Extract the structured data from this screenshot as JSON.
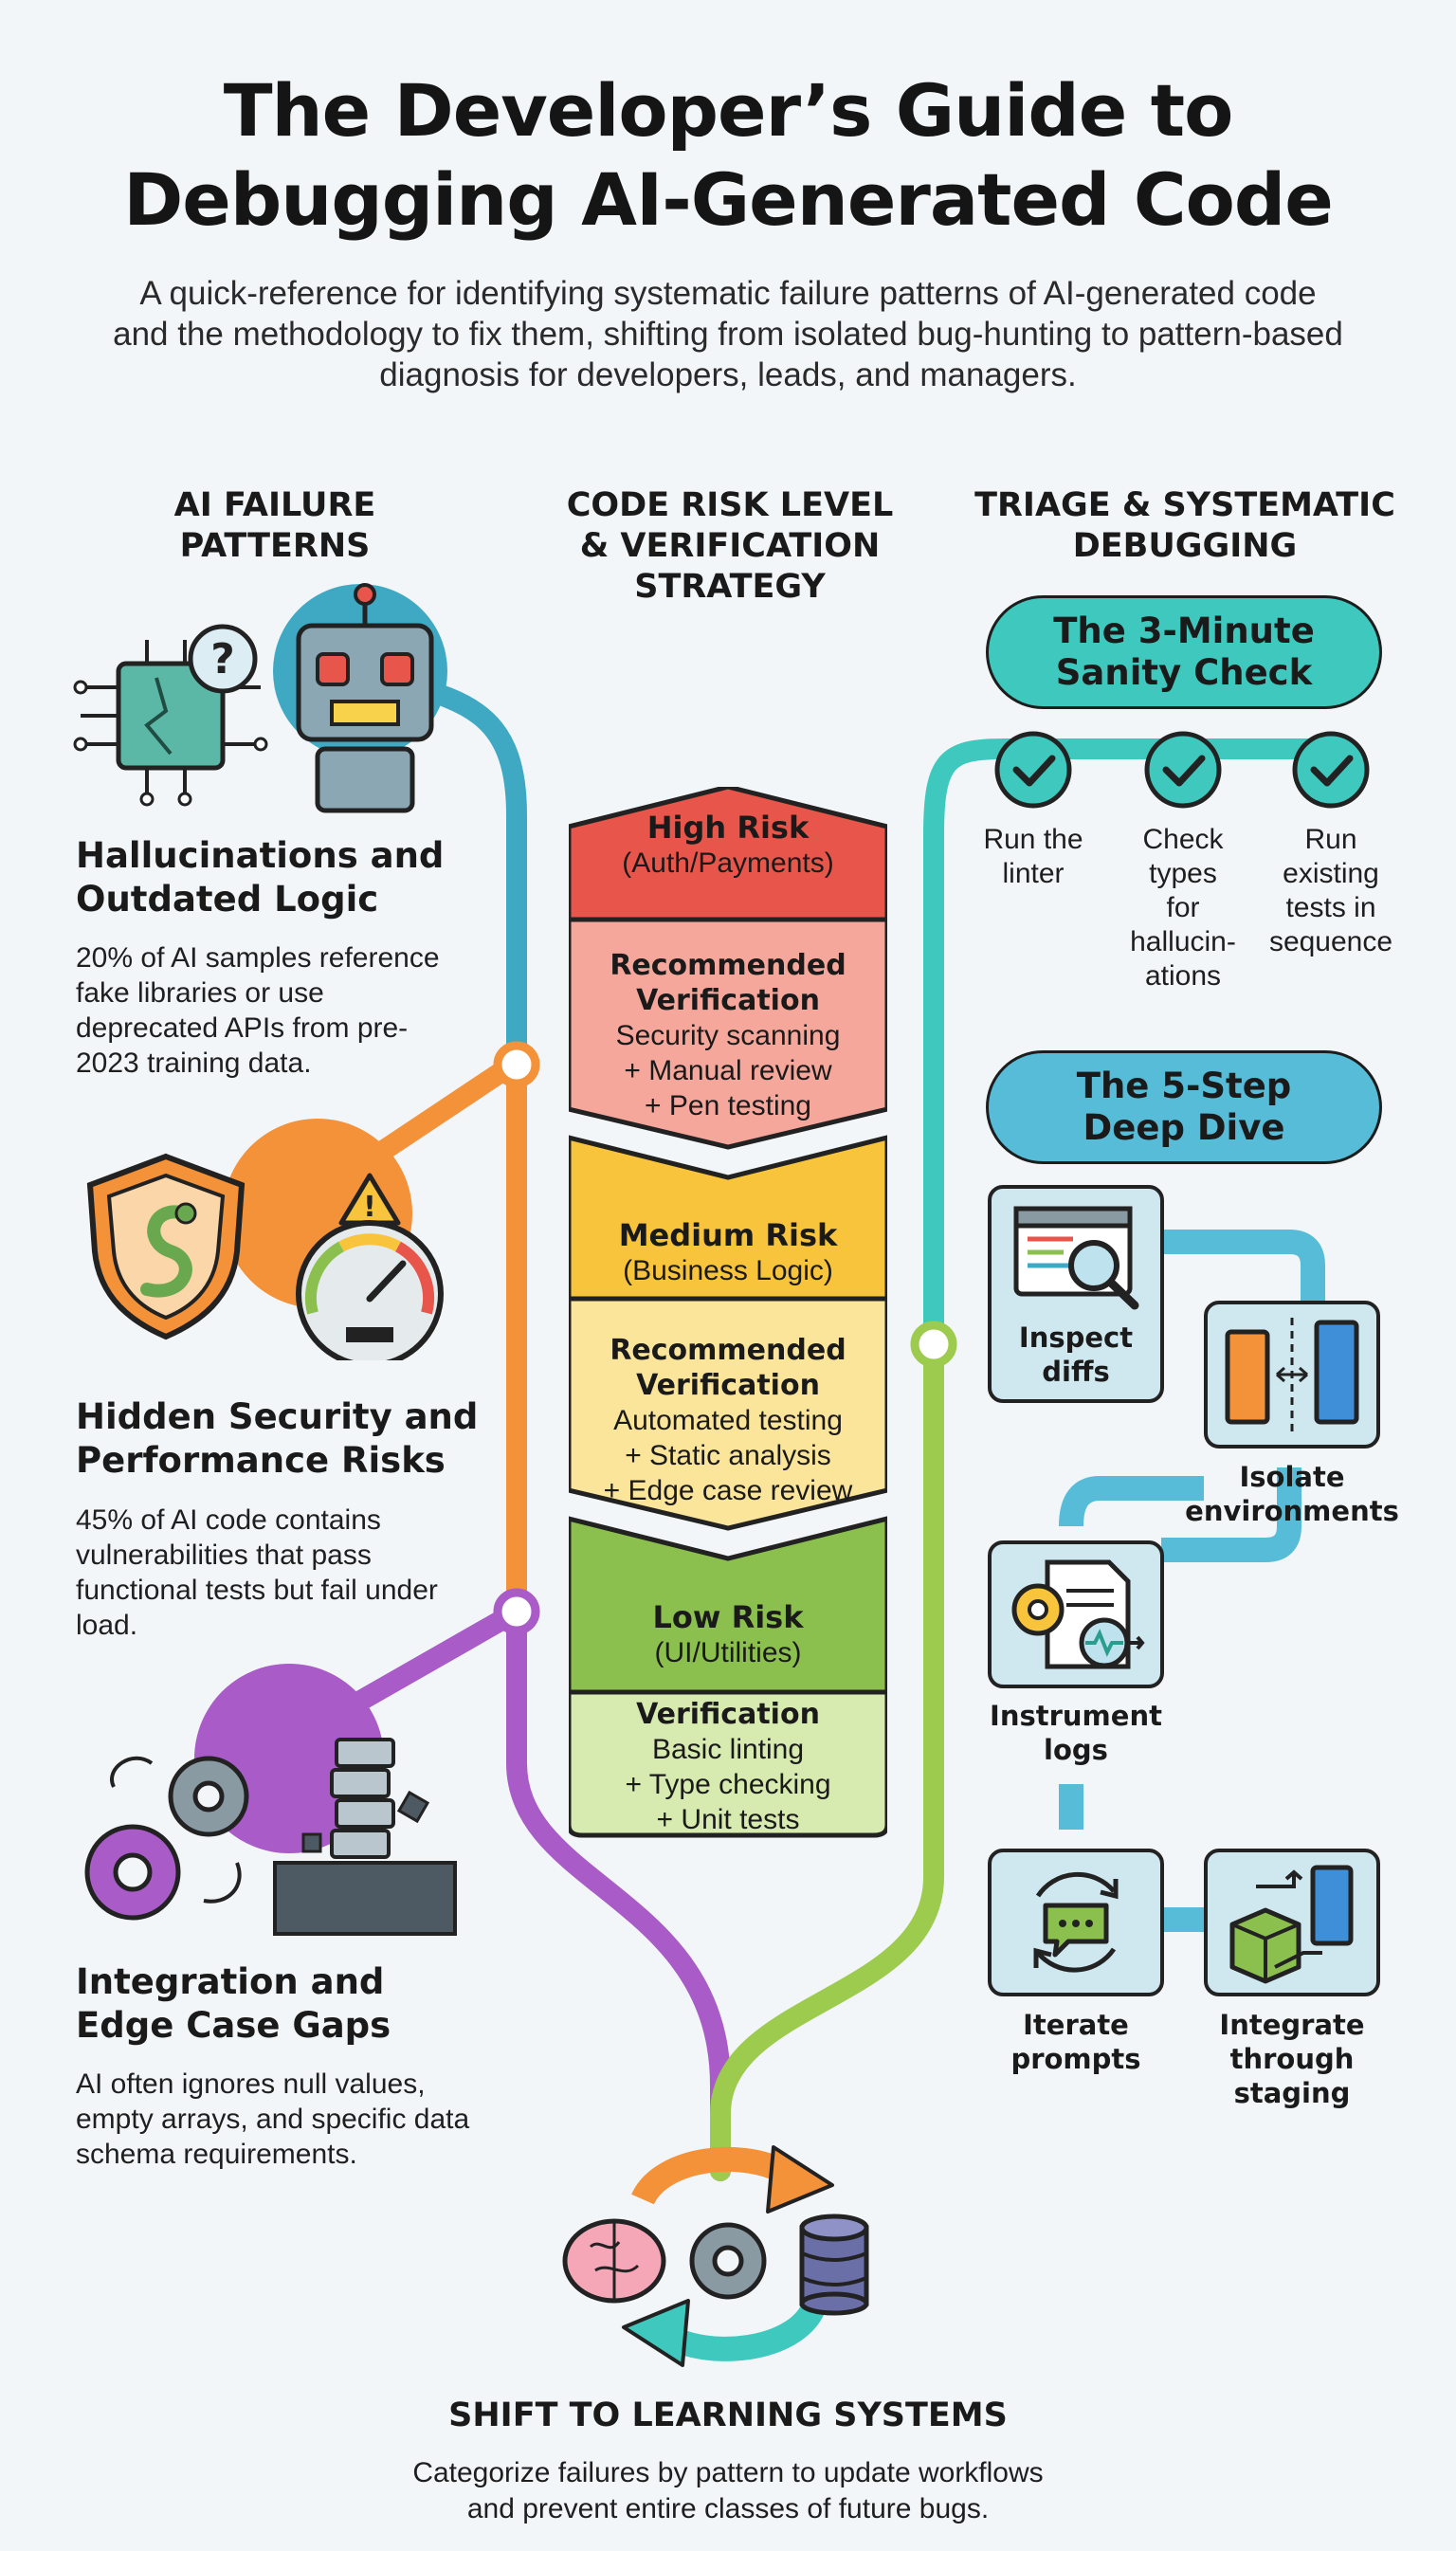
{
  "header": {
    "title_line1": "The Developer’s Guide to",
    "title_line2": "Debugging AI-Generated Code",
    "subtitle": "A quick-reference for identifying systematic failure patterns of AI-generated code and the methodology to fix them, shifting from isolated bug-hunting to pattern-based diagnosis for developers, leads, and managers."
  },
  "columns": {
    "left": {
      "line1": "AI FAILURE",
      "line2": "PATTERNS"
    },
    "middle": {
      "line1": "CODE RISK LEVEL",
      "line2": "& VERIFICATION",
      "line3": "STRATEGY"
    },
    "right": {
      "line1": "TRIAGE & SYSTEMATIC",
      "line2": "DEBUGGING"
    }
  },
  "patterns": [
    {
      "title_line1": "Hallucinations and",
      "title_line2": "Outdated Logic",
      "desc": "20% of AI samples reference fake libraries or use deprecated APIs from pre-2023 training data.",
      "color": "#3fa9c4",
      "icon": "robot-icon"
    },
    {
      "title_line1": "Hidden Security and",
      "title_line2": "Performance Risks",
      "desc": "45% of AI code contains vulnerabilities that pass functional tests but fail under load.",
      "color": "#f4923a",
      "icon": "shield-snake-icon"
    },
    {
      "title_line1": "Integration and",
      "title_line2": "Edge Case Gaps",
      "desc": "AI often ignores null values, empty arrays, and specific data schema requirements.",
      "color": "#a95bc7",
      "icon": "gears-servers-icon"
    }
  ],
  "risks": [
    {
      "level": "High Risk",
      "scope": "(Auth/Payments)",
      "verify_heading_line1": "Recommended",
      "verify_heading_line2": "Verification",
      "items": [
        "Security scanning",
        "+ Manual review",
        "+ Pen testing"
      ],
      "color": "#e8564b",
      "light": "#f5a79c"
    },
    {
      "level": "Medium Risk",
      "scope": "(Business Logic)",
      "verify_heading_line1": "Recommended",
      "verify_heading_line2": "Verification",
      "items": [
        "Automated testing",
        "+ Static analysis",
        "+ Edge case review"
      ],
      "color": "#f7c43c",
      "light": "#fbe59a"
    },
    {
      "level": "Low Risk",
      "scope": "(UI/Utilities)",
      "verify_heading_line1": "Verification",
      "verify_heading_line2": "",
      "items": [
        "Basic linting",
        "+ Type checking",
        "+ Unit tests"
      ],
      "color": "#8cc04e",
      "light": "#d7eab0"
    }
  ],
  "triage": {
    "sanity_check": {
      "title_line1": "The 3-Minute",
      "title_line2": "Sanity Check",
      "color": "#3fc9be",
      "checks": [
        {
          "lines": [
            "Run the",
            "linter"
          ]
        },
        {
          "lines": [
            "Check",
            "types",
            "for",
            "hallucin-",
            "ations"
          ]
        },
        {
          "lines": [
            "Run",
            "existing",
            "tests in",
            "sequence"
          ]
        }
      ]
    },
    "deep_dive": {
      "title_line1": "The 5-Step",
      "title_line2": "Deep Dive",
      "color": "#56bcd8",
      "steps": [
        {
          "line1": "Inspect",
          "line2": "diffs",
          "icon": "magnifier-icon"
        },
        {
          "line1": "Isolate",
          "line2": "environments",
          "icon": "servers-icon"
        },
        {
          "line1": "Instrument",
          "line2": "logs",
          "icon": "log-gear-icon"
        },
        {
          "line1": "Iterate",
          "line2": "prompts",
          "icon": "chat-cycle-icon"
        },
        {
          "line1": "Integrate",
          "line2": "through",
          "line3": "staging",
          "icon": "package-server-icon"
        }
      ]
    }
  },
  "footer": {
    "title": "SHIFT TO LEARNING SYSTEMS",
    "desc_line1": "Categorize failures by pattern to update workflows",
    "desc_line2": "and prevent entire classes of future bugs."
  },
  "colors": {
    "background": "#f2f6f8",
    "teal_line": "#3fa9c4",
    "orange_line": "#f4923a",
    "purple_line": "#a95bc7",
    "green_line": "#9ccb4d",
    "cyan_line": "#3fc9be"
  }
}
